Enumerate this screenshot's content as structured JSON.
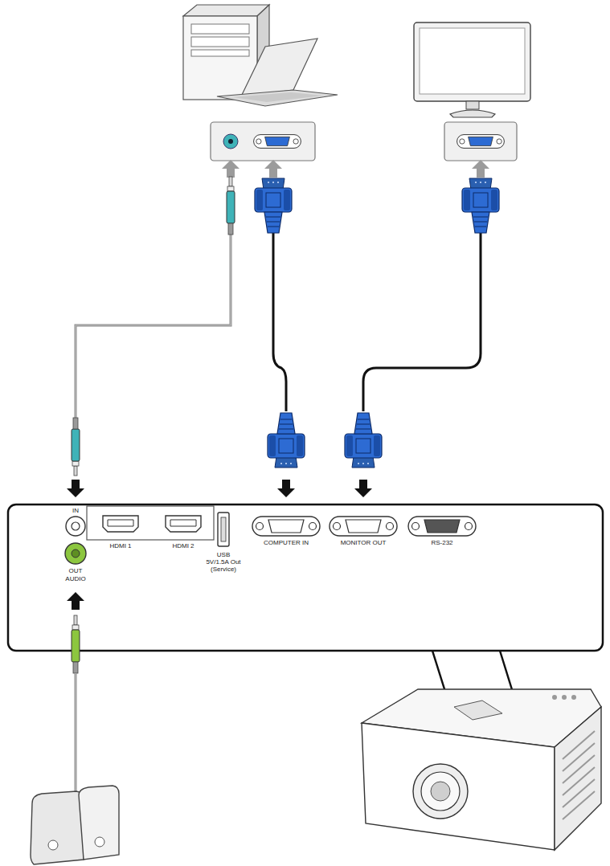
{
  "diagram": {
    "labels": [
      "IN",
      "HDMI 1",
      "HDMI 2",
      "USB 5V/1.5A Out (Service)",
      "COMPUTER IN",
      "MONITOR OUT",
      "RS-232",
      "OUT",
      "AUDIO"
    ]
  }
}
